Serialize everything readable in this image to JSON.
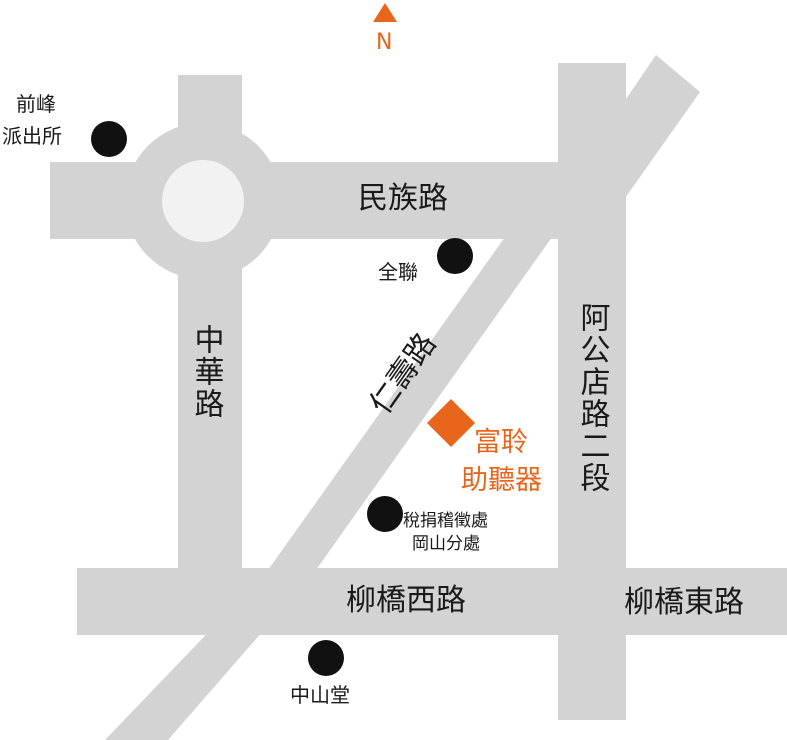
{
  "north": {
    "label": "N",
    "color": "#e8661c"
  },
  "roads": {
    "minzu": "民族路",
    "zhonghua": "中華路",
    "aGongDian": "阿公店路二段",
    "renShou": "仁壽路",
    "liuQiaoWest": "柳橋西路",
    "liuQiaoEast": "柳橋東路"
  },
  "landmarks": {
    "police": {
      "line1": "前峰",
      "line2": "派出所"
    },
    "quanlian": "全聯",
    "tax": {
      "line1": "稅捐稽徵處",
      "line2": "岡山分處"
    },
    "zhongshantang": "中山堂"
  },
  "target": {
    "line1": "富聆",
    "line2": "助聽器",
    "color": "#e8661c"
  },
  "colors": {
    "road": "#d3d3d3",
    "marker": "#111111",
    "accent": "#e8661c",
    "roundabout": "#f2f2f2"
  }
}
